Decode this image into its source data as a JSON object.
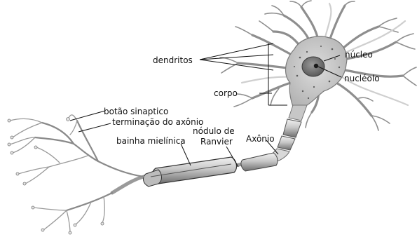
{
  "diagram": {
    "labels": {
      "dendritos": "dendritos",
      "nucleo": "núcleo",
      "nucleolo": "nucléolo",
      "corpo": "corpo",
      "botao": "botão sinaptico",
      "terminacao": "terminação do axônio",
      "nodulo_line1": "nódulo de",
      "nodulo_line2": "Ranvier",
      "axonio": "Axônio",
      "bainha": "bainha mielínica"
    }
  }
}
